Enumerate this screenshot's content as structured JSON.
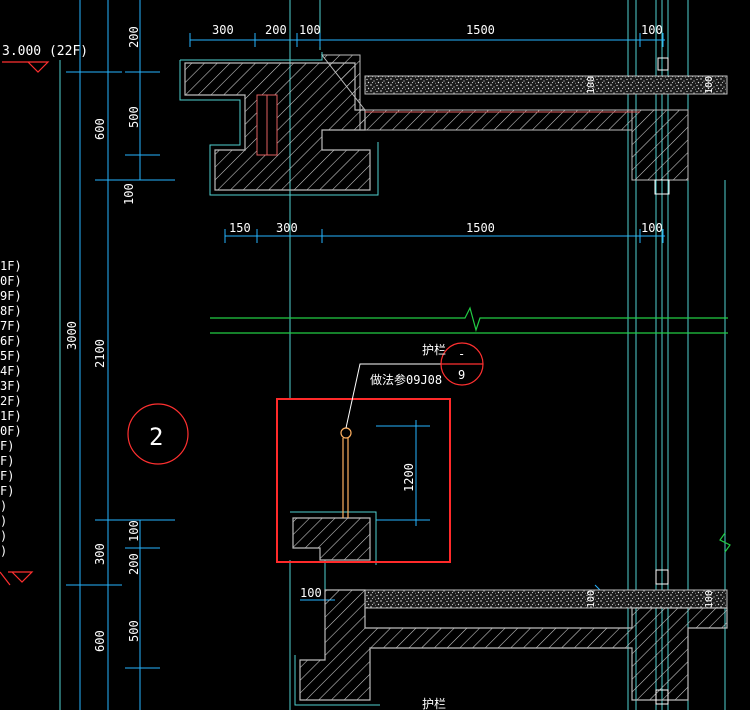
{
  "drawing": {
    "elevation_label": "3.000 (22F)",
    "axis_marker": "2",
    "floor_labels": [
      "1F)",
      "0F)",
      "9F)",
      "8F)",
      "7F)",
      "6F)",
      "5F)",
      "4F)",
      "3F)",
      "2F)",
      "1F)",
      "0F)",
      "F)",
      "F)",
      "F)",
      "F)",
      ")",
      ")",
      ")",
      ")"
    ],
    "dimensions_top": [
      "300",
      "200",
      "100",
      "1500",
      "100"
    ],
    "dimensions_mid": [
      "150",
      "300",
      "1500",
      "100"
    ],
    "dimensions_left_outer": [
      "3000"
    ],
    "dimensions_left_middle": [
      "600",
      "100",
      "2100",
      "300",
      "600"
    ],
    "dimensions_left_inner": [
      "200",
      "500",
      "100",
      "200",
      "500"
    ],
    "dimension_bottom": "100",
    "railing_height": "1200",
    "slab_thickness_labels": [
      "100",
      "100",
      "100",
      "100"
    ],
    "callout": {
      "title": "护栏",
      "note": "做法参09J08",
      "detail_top": "-",
      "detail_bottom": "9"
    },
    "bottom_callout_title": "护栏"
  },
  "colors": {
    "background": "#000000",
    "wall_outline": "#4fd0d0",
    "dimension": "#26b5ff",
    "section_line": "#22cc44",
    "highlight_box": "#ff2a2a",
    "circle": "#ff3030",
    "railing": "#ffb060"
  }
}
